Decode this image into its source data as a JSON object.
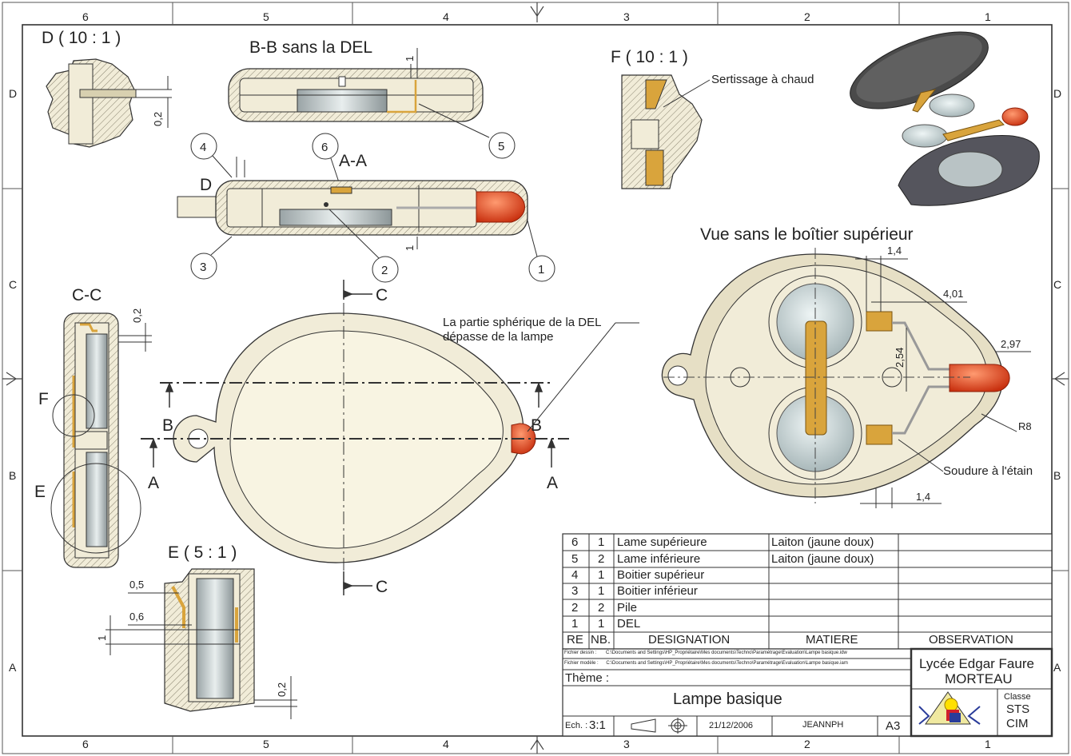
{
  "border": {
    "columns_top": [
      "6",
      "5",
      "4",
      "3",
      "2",
      "1"
    ],
    "columns_bottom": [
      "6",
      "5",
      "4",
      "3",
      "2",
      "1"
    ],
    "rows_left": [
      "D",
      "C",
      "B",
      "A"
    ],
    "rows_right": [
      "D",
      "C",
      "B",
      "A"
    ]
  },
  "views": {
    "detail_d": "D ( 10 : 1 )",
    "detail_d_dim": "0,2",
    "section_bb": "B-B  sans la DEL",
    "section_bb_dim": "1",
    "section_aa": "A-A",
    "section_aa_dim": "1",
    "section_aa_detail": "D",
    "detail_f": "F ( 10 : 1 )",
    "detail_f_note": "Sertissage à chaud",
    "top_view_title": "Vue sans le boîtier supérieur",
    "top_dims": {
      "d1": "1,4",
      "d2": "4,01",
      "d3": "2,54",
      "d4": "2,97",
      "d5": "R8",
      "d6": "1,4"
    },
    "top_note": "Soudure à l'étain",
    "section_cc": "C-C",
    "section_cc_dim": "0,2",
    "detail_e": "E ( 5 : 1 )",
    "detail_e_dims": {
      "a": "0,5",
      "b": "0,6",
      "c": "1",
      "d": "0,2"
    },
    "side_labels": {
      "f": "F",
      "e": "E"
    },
    "main_note_1": "La partie sphérique de la DEL",
    "main_note_2": "dépasse de la lampe",
    "cut_labels": {
      "c_top": "C",
      "c_bottom": "C",
      "b_left": "B",
      "b_right": "B",
      "a_left": "A",
      "a_right": "A"
    }
  },
  "balloons": [
    "4",
    "6",
    "5",
    "3",
    "2",
    "1"
  ],
  "parts_list": {
    "headers": {
      "ref": "RE",
      "nb": "NB.",
      "designation": "DESIGNATION",
      "matiere": "MATIERE",
      "observation": "OBSERVATION"
    },
    "rows": [
      {
        "ref": "6",
        "nb": "1",
        "designation": "Lame supérieure",
        "matiere": "Laiton (jaune doux)"
      },
      {
        "ref": "5",
        "nb": "2",
        "designation": "Lame inférieure",
        "matiere": "Laiton (jaune doux)"
      },
      {
        "ref": "4",
        "nb": "1",
        "designation": "Boitier supérieur",
        "matiere": ""
      },
      {
        "ref": "3",
        "nb": "1",
        "designation": "Boitier inférieur",
        "matiere": ""
      },
      {
        "ref": "2",
        "nb": "2",
        "designation": "Pile",
        "matiere": ""
      },
      {
        "ref": "1",
        "nb": "1",
        "designation": "DEL",
        "matiere": ""
      }
    ]
  },
  "title_block": {
    "file_drawing": "Fichier dessin :",
    "file_drawing_path": "C:\\Documents and Settings\\HP_Propriétaire\\Mes documents\\Techno\\Paramétrage\\Evaluation\\Lampe basique.idw",
    "file_model": "Fichier modèle :",
    "file_model_path": "C:\\Documents and Settings\\HP_Propriétaire\\Mes documents\\Techno\\Paramétrage\\Evaluation\\Lampe basique.iam",
    "theme_label": "Thème :",
    "title": "Lampe basique",
    "scale_label": "Ech. :",
    "scale": "3:1",
    "date": "21/12/2006",
    "author": "JEANNPH",
    "format": "A3",
    "school_1": "Lycée Edgar Faure",
    "school_2": "MORTEAU",
    "class_label": "Classe",
    "class_1": "STS",
    "class_2": "CIM"
  },
  "colors": {
    "housing": "#f1ecd8",
    "housing_shade": "#d8d0b0",
    "brass": "#d9a43c",
    "led": "#e0401f",
    "battery": "#c9d2d4",
    "line": "#333333"
  }
}
